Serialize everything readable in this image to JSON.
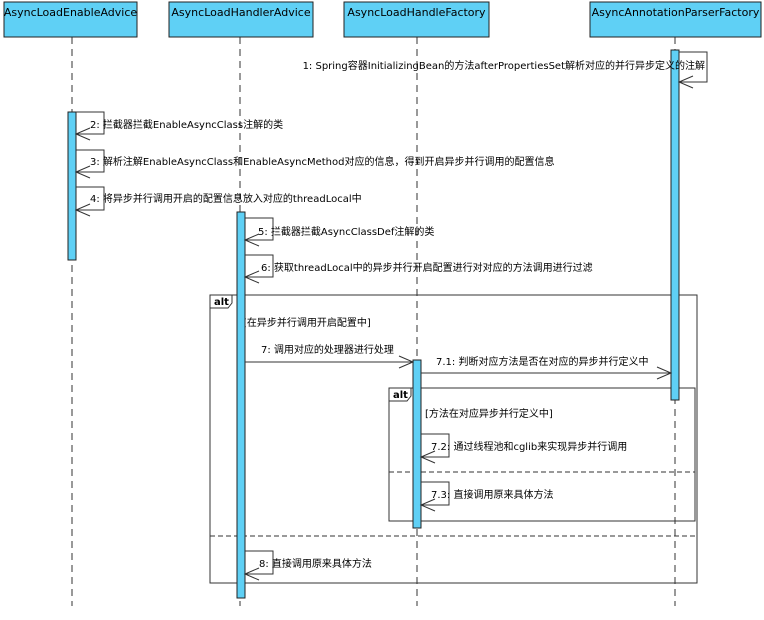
{
  "participants": [
    {
      "name": "AsyncLoadEnableAdvice"
    },
    {
      "name": "AsyncLoadHandlerAdvice"
    },
    {
      "name": "AsyncLoadHandleFactory"
    },
    {
      "name": "AsyncAnnotationParserFactory"
    }
  ],
  "messages": [
    {
      "label": "1: Spring容器InitializingBean的方法afterPropertiesSet解析对应的并行异步定义的注解",
      "from": 3,
      "to": 3
    },
    {
      "label": "2: 拦截器拦截EnableAsyncClass注解的类",
      "from": 0,
      "to": 0
    },
    {
      "label": "3: 解析注解EnableAsyncClass和EnableAsyncMethod对应的信息，得到开启异步并行调用的配置信息",
      "from": 0,
      "to": 0
    },
    {
      "label": "4: 将异步并行调用开启的配置信息放入对应的threadLocal中",
      "from": 0,
      "to": 0
    },
    {
      "label": "5: 拦截器拦截AsyncClassDef注解的类",
      "from": 1,
      "to": 1
    },
    {
      "label": "6: 获取threadLocal中的异步并行开启配置进行对对应的方法调用进行过滤",
      "from": 1,
      "to": 1
    },
    {
      "label": "7: 调用对应的处理器进行处理",
      "from": 1,
      "to": 2
    },
    {
      "label": "7.1: 判断对应方法是否在对应的异步并行定义中",
      "from": 2,
      "to": 3
    },
    {
      "label": "7.2: 通过线程池和cglib来实现异步并行调用",
      "from": 2,
      "to": 2
    },
    {
      "label": "7.3: 直接调用原来具体方法",
      "from": 2,
      "to": 2
    },
    {
      "label": "8: 直接调用原来具体方法",
      "from": 1,
      "to": 1
    }
  ],
  "fragments": [
    {
      "operator": "alt",
      "guard": "[在异步并行调用开启配置中]"
    },
    {
      "operator": "alt",
      "guard": "[方法在对应异步并行定义中]"
    }
  ],
  "colors": {
    "participant_fill": "#5fd0f5",
    "activation_fill": "#5fd0f5",
    "line": "#333333"
  }
}
